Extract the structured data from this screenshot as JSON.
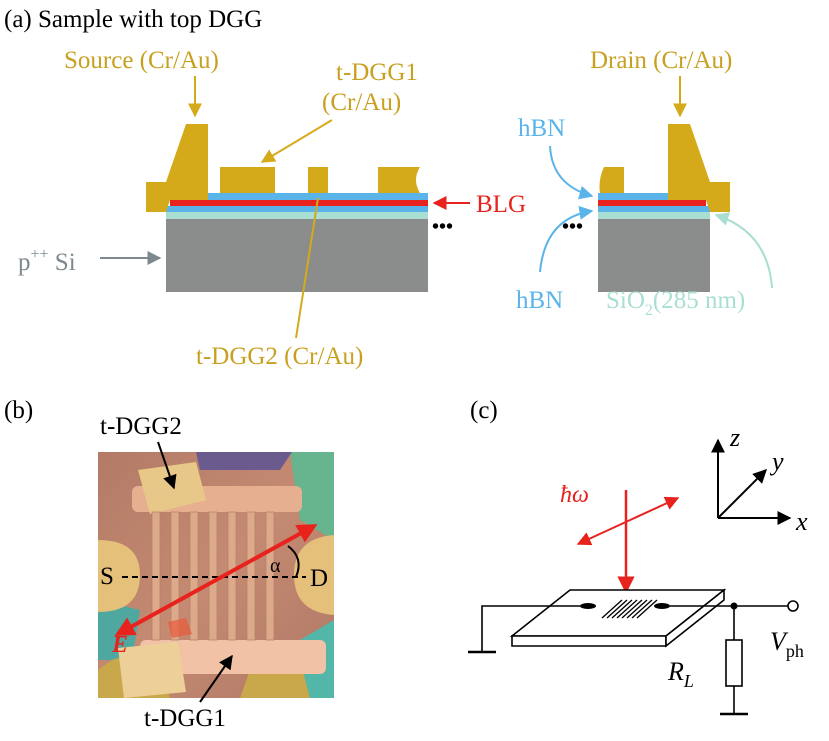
{
  "panel_a": {
    "title": "(a) Sample with top DGG",
    "source_label": "Source (Cr/Au)",
    "drain_label": "Drain (Cr/Au)",
    "tdgg1_label_line1": "t-DGG1",
    "tdgg1_label_line2": "(Cr/Au)",
    "tdgg2_label": "t-DGG2 (Cr/Au)",
    "hbn_top_label": "hBN",
    "hbn_bottom_label": "hBN",
    "blg_label": "BLG",
    "si_label_base": "p",
    "si_label_sup": "++",
    "si_label_rest": " Si",
    "sio2_label_base": "SiO",
    "sio2_label_sub": "2",
    "sio2_label_rest": "(285 nm)",
    "ellipsis_left": "•••",
    "ellipsis_right": "•••"
  },
  "panel_b": {
    "label": "(b)",
    "tdgg2_label": "t-DGG2",
    "tdgg1_label": "t-DGG1",
    "s_label": "S",
    "d_label": "D",
    "alpha_label": "α",
    "e_label": "E"
  },
  "panel_c": {
    "label": "(c)",
    "photon_label": "ħω",
    "axis_z": "z",
    "axis_y": "y",
    "axis_x": "x",
    "rl_label_base": "R",
    "rl_label_sub": "L",
    "vph_label_base": "V",
    "vph_label_sub": "ph"
  },
  "colors": {
    "gold": "#d4aa1b",
    "gold_text": "#c8a020",
    "hbn_blue": "#5ab4ea",
    "blg_red": "#e8221c",
    "sio2_mint": "#a9ded3",
    "si_gray": "#8a8d8b",
    "si_text": "#7c8a8f",
    "black": "#000000"
  }
}
